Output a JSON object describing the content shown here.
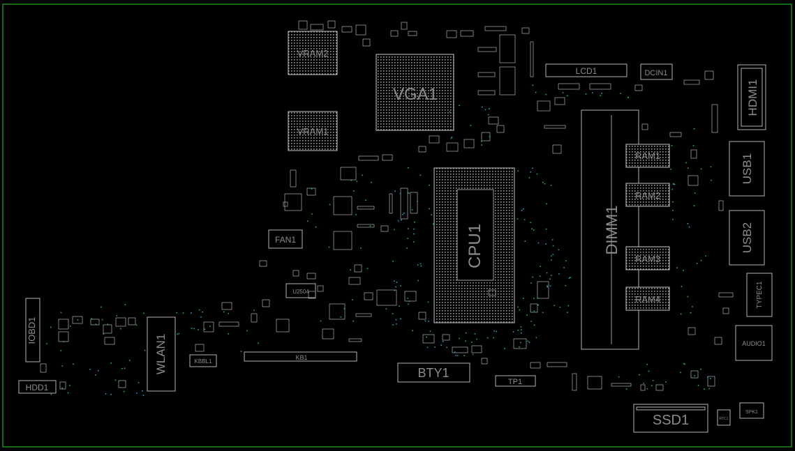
{
  "board": {
    "border_color": "#1c8c1c",
    "outline_color": "#b4b4b4",
    "label_color": "#8c8c8c",
    "via_color": "#2aa0b4"
  },
  "components": {
    "vram2": "VRAM2",
    "vram1": "VRAM1",
    "vga1": "VGA1",
    "lcd1": "LCD1",
    "dcin1": "DCIN1",
    "hdmi1": "HDMI1",
    "usb1": "USB1",
    "usb2": "USB2",
    "typec1": "TYPEC1",
    "audio1": "AUDIO1",
    "spk1": "SPK1",
    "rtc1": "RTC1",
    "ssd1": "SSD1",
    "dimm1": "DIMM1",
    "ram1": "RAM1",
    "ram2": "RAM2",
    "ram3": "RAM3",
    "ram4": "RAM4",
    "cpu1": "CPU1",
    "bty1": "BTY1",
    "tp1": "TP1",
    "kb1": "KB1",
    "kbbl1": "KBBL1",
    "wlan1": "WLAN1",
    "fan1": "FAN1",
    "u2504": "U2504",
    "iobd1": "IOBD1",
    "hdd1": "HDD1"
  }
}
